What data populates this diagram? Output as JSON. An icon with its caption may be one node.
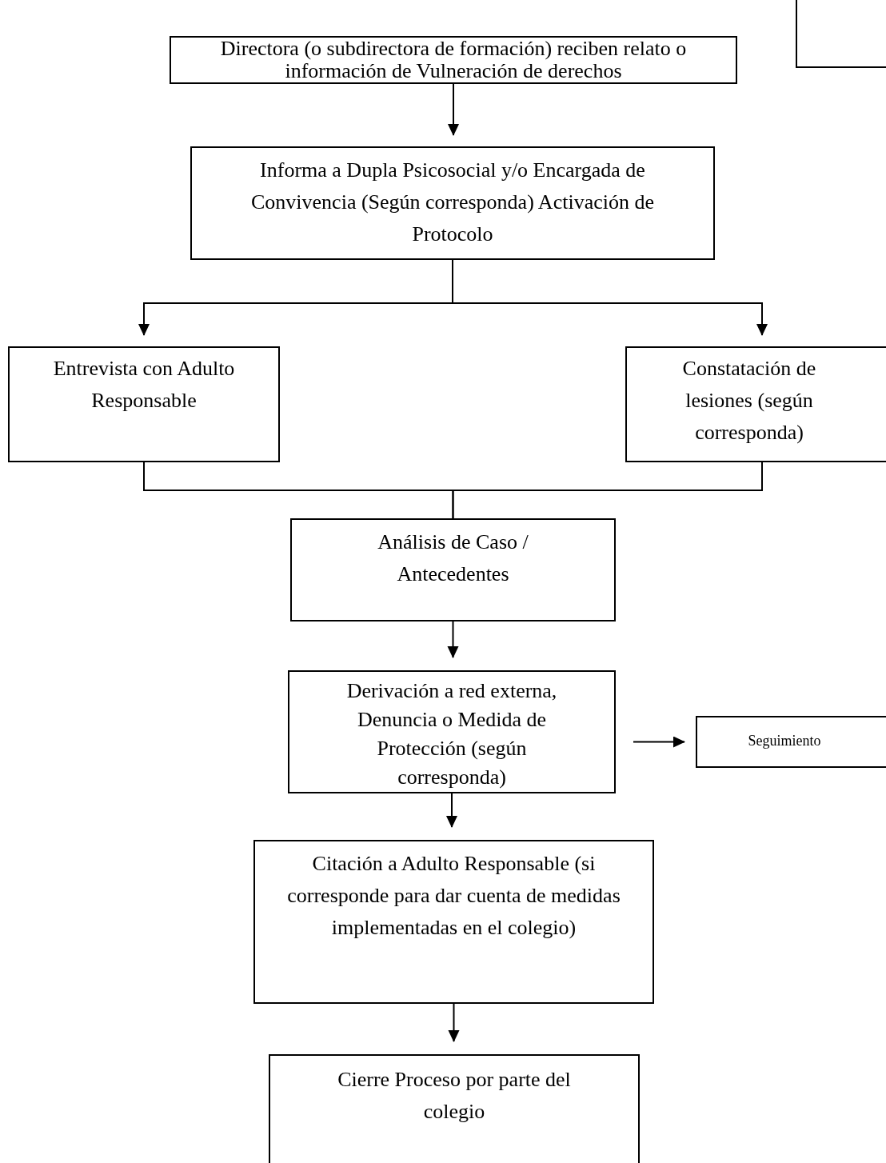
{
  "diagram": {
    "nodes": [
      {
        "text": [
          "Directora (o subdirectora de formación) reciben relato o información de Vulneración de derechos"
        ]
      },
      {
        "text": [
          "Informa a Dupla Psicosocial y/o Encargada de Convivencia (Según corresponda) Activación de Protocolo"
        ]
      },
      {
        "text": [
          "Entrevista con Adulto Responsable"
        ]
      },
      {
        "text": [
          "Constatación de lesiones (según corresponda)"
        ]
      },
      {
        "text": [
          "Análisis de Caso / Antecedentes"
        ]
      },
      {
        "text": [
          "Derivación a red externa, Denuncia o Medida de Protección (según corresponda)"
        ]
      },
      {
        "text": [
          "Seguimiento"
        ]
      },
      {
        "text": [
          "Citación a Adulto Responsable (si corresponde para dar cuenta de medidas implementadas en el colegio)"
        ]
      },
      {
        "text": [
          "Cierre Proceso por parte del colegio"
        ]
      },
      {
        "text": [],
        "shape": "box"
      }
    ],
    "edges": [
      {
        "from": 0,
        "to": 1,
        "arrow": "to"
      },
      {
        "from": 1,
        "to": 2,
        "arrow": "to"
      },
      {
        "from": 1,
        "to": 3,
        "arrow": "to"
      },
      {
        "from": 2,
        "to": 4,
        "arrow": "none"
      },
      {
        "from": 3,
        "to": 4,
        "arrow": "none"
      },
      {
        "from": 4,
        "to": 5,
        "arrow": "to"
      },
      {
        "from": 5,
        "to": 6,
        "arrow": "to"
      },
      {
        "from": 5,
        "to": 7,
        "arrow": "to"
      },
      {
        "from": 7,
        "to": 8,
        "arrow": "to"
      }
    ]
  }
}
